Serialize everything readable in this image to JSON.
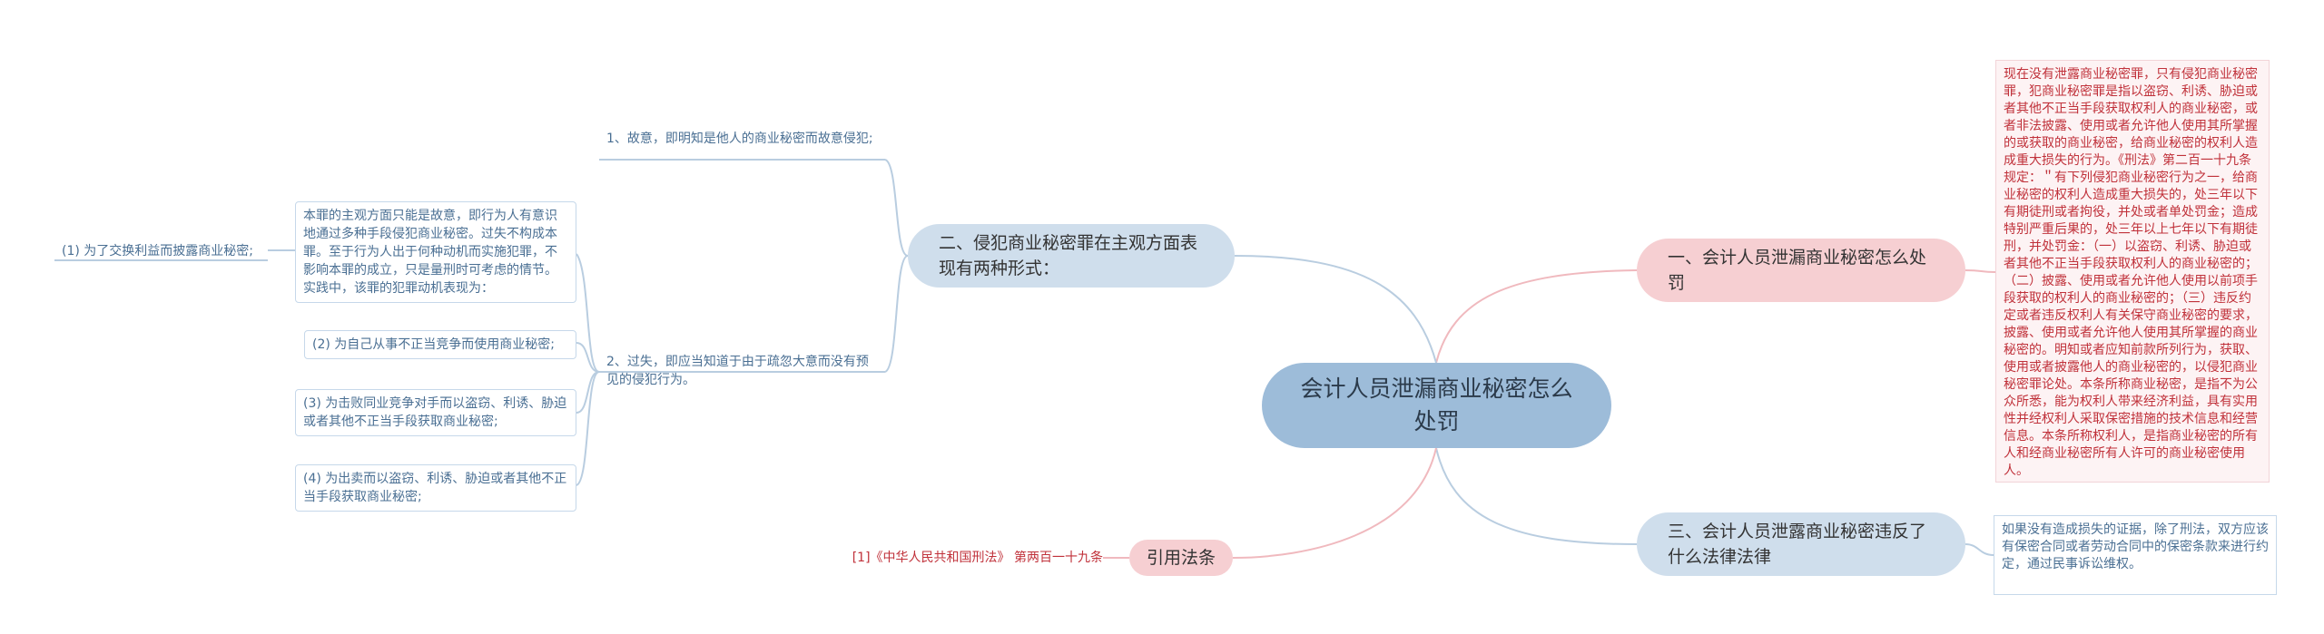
{
  "root": "会计人员泄漏商业秘密怎么处罚",
  "branch1": {
    "title": "一、会计人员泄漏商业秘密怎么处罚",
    "content": "现在没有泄露商业秘密罪，只有侵犯商业秘密罪，犯商业秘密罪是指以盗窃、利诱、胁迫或者其他不正当手段获取权利人的商业秘密，或者非法披露、使用或者允许他人使用其所掌握的或获取的商业秘密，给商业秘密的权利人造成重大损失的行为。《刑法》第二百一十九条规定：＂有下列侵犯商业秘密行为之一，给商业秘密的权利人造成重大损失的，处三年以下有期徒刑或者拘役，并处或者单处罚金；造成特别严重后果的，处三年以上七年以下有期徒刑，并处罚金：（一）以盗窃、利诱、胁迫或者其他不正当手段获取权利人的商业秘密的；（二）披露、使用或者允许他人使用以前项手段获取的权利人的商业秘密的；（三）违反约定或者违反权利人有关保守商业秘密的要求，披露、使用或者允许他人使用其所掌握的商业秘密的。明知或者应知前款所列行为，获取、使用或者披露他人的商业秘密的，以侵犯商业秘密罪论处。本条所称商业秘密，是指不为公众所悉，能为权利人带来经济利益，具有实用性并经权利人采取保密措施的技术信息和经营信息。本条所称权利人，是指商业秘密的所有人和经商业秘密所有人许可的商业秘密使用人。"
  },
  "branch2": {
    "title": "二、侵犯商业秘密罪在主观方面表现有两种形式：",
    "sub1": "1、故意，即明知是他人的商业秘密而故意侵犯;",
    "sub2": "2、过失，即应当知道于由于疏忽大意而没有预见的侵犯行为。",
    "motive_intro": "本罪的主观方面只能是故意，即行为人有意识地通过多种手段侵犯商业秘密。过失不构成本罪。至于行为人出于何种动机而实施犯罪，不影响本罪的成立，只是量刑时可考虑的情节。实践中，该罪的犯罪动机表现为：",
    "motives": [
      "(1) 为了交换利益而披露商业秘密;",
      "(2) 为自己从事不正当竞争而使用商业秘密;",
      "(3) 为击败同业竞争对手而以盗窃、利诱、胁迫或者其他不正当手段获取商业秘密;",
      "(4) 为出卖而以盗窃、利诱、胁迫或者其他不正当手段获取商业秘密;"
    ]
  },
  "branch3": {
    "title": "三、会计人员泄露商业秘密违反了什么法律法律",
    "content": "如果没有造成损失的证据，除了刑法，双方应该有保密合同或者劳动合同中的保密条款来进行约定，通过民事诉讼维权。"
  },
  "branch4": {
    "title": "引用法条",
    "cite": "[1]《中华人民共和国刑法》 第两百一十九条"
  },
  "colors": {
    "root": "#9dbcd9",
    "blue_branch": "#cfdeec",
    "pink_branch": "#f6cfd2",
    "link_blue": "#b9cde0",
    "link_pink": "#f0b9be"
  }
}
